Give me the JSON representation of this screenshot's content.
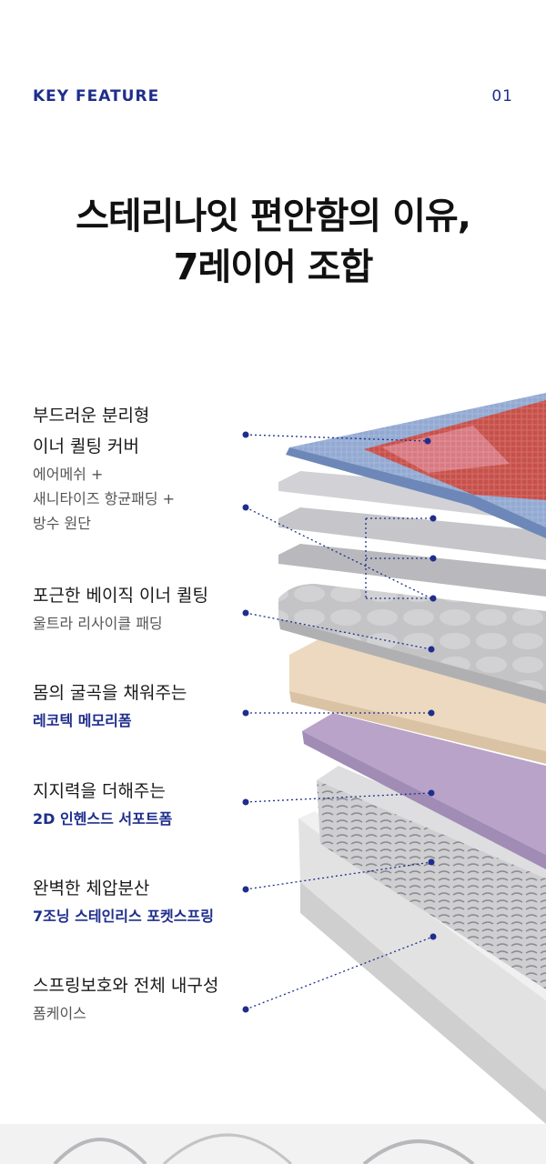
{
  "header": {
    "label": "KEY FEATURE",
    "number": "01"
  },
  "title": {
    "line1": "스테리나잇 편안함의 이유,",
    "line2": "7레이어 조합"
  },
  "features": [
    {
      "lines": [
        "부드러운 분리형",
        "이너 퀼팅 커버"
      ],
      "sub": [
        "에어메쉬 +",
        "새니타이즈 항균패딩 +",
        "방수 원단"
      ],
      "sub_style": "gray"
    },
    {
      "lines": [
        "포근한 베이직 이너 퀼팅"
      ],
      "sub": [
        "울트라 리사이클 패딩"
      ],
      "sub_style": "gray"
    },
    {
      "lines": [
        "몸의 굴곡을 채워주는"
      ],
      "sub": [
        "레코텍 메모리폼"
      ],
      "sub_style": "blue"
    },
    {
      "lines": [
        "지지력을 더해주는"
      ],
      "sub": [
        "2D 인헨스드 서포트폼"
      ],
      "sub_style": "blue"
    },
    {
      "lines": [
        "완벽한 체압분산"
      ],
      "sub": [
        "7조닝 스테인리스 포켓스프링"
      ],
      "sub_style": "blue"
    },
    {
      "lines": [
        "스프링보호와 전체 내구성"
      ],
      "sub": [
        "폼케이스"
      ],
      "sub_style": "gray"
    }
  ],
  "colors": {
    "accent": "#1f2e8c",
    "cover_blue": "#8fa6cf",
    "cover_red": "#c84a3c",
    "foam_beige": "#e8d4b8",
    "foam_purple": "#b9a3c9",
    "casing_gray": "#dcdcdc"
  }
}
